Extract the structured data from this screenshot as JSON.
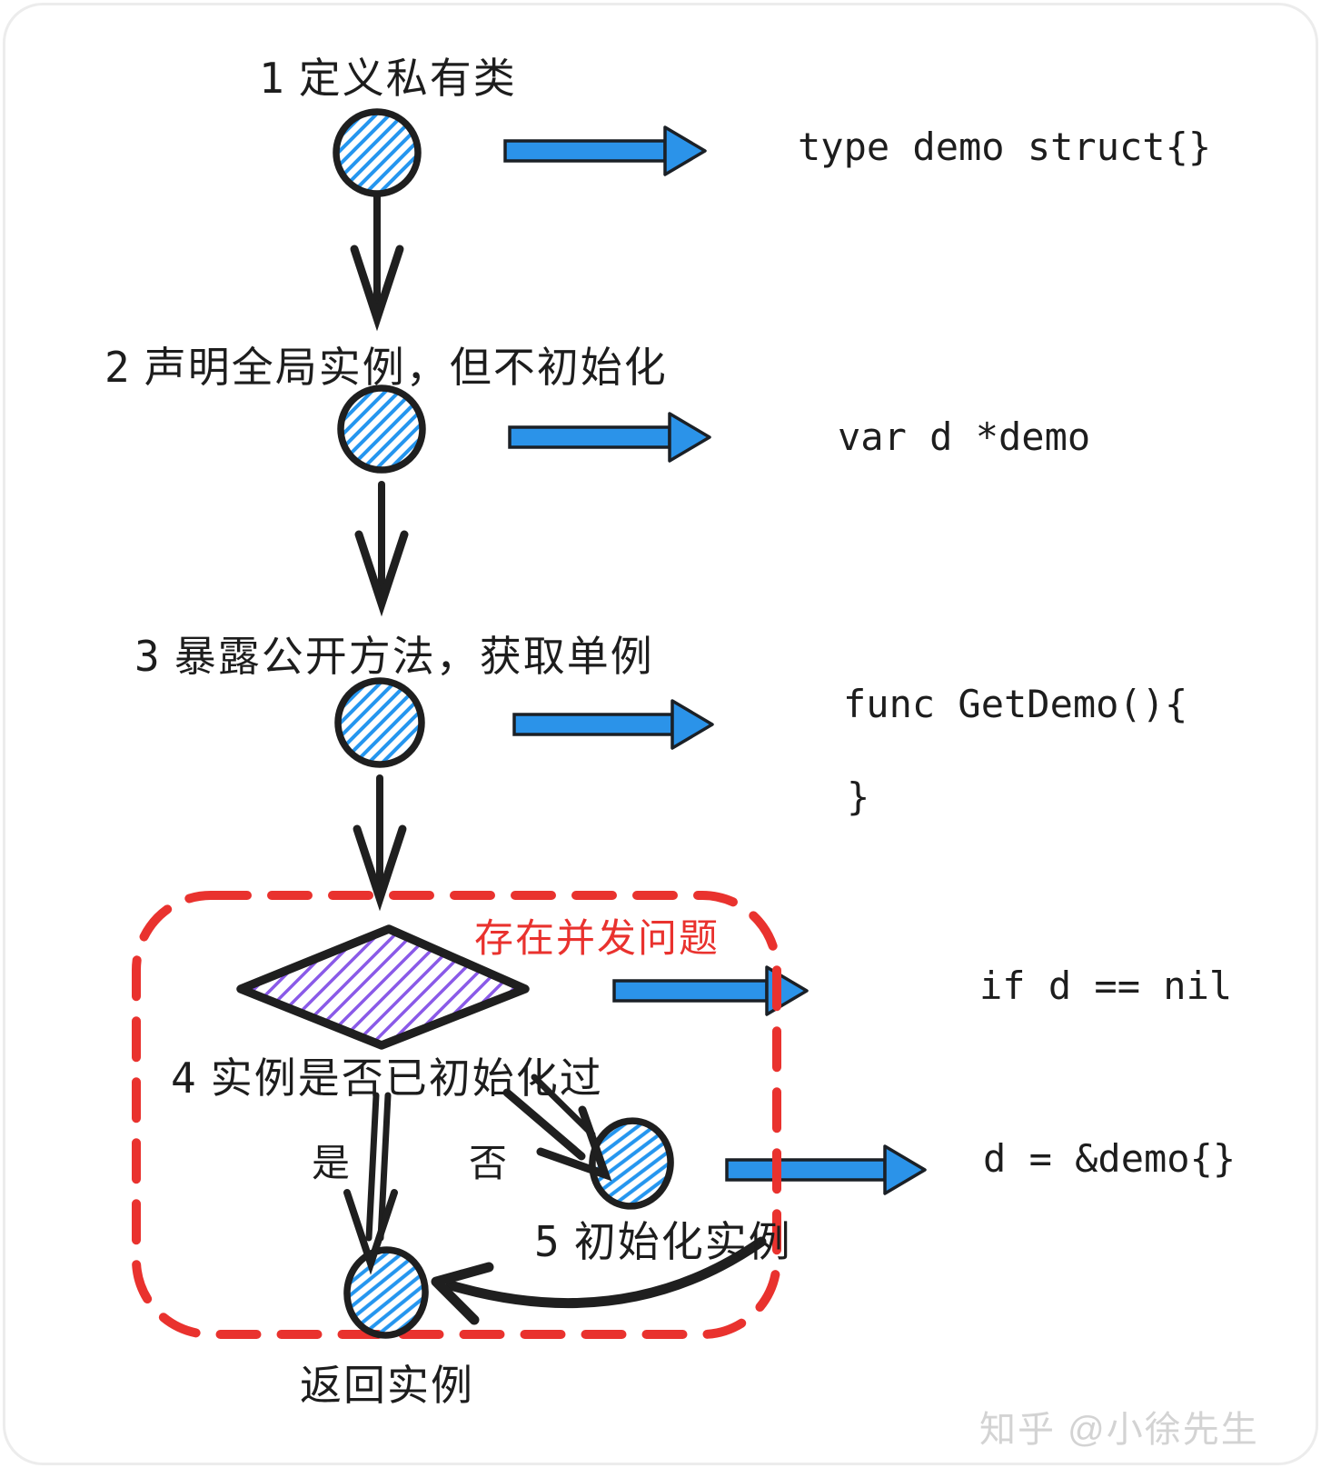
{
  "diagram": {
    "steps": [
      {
        "num": "1",
        "title": "定义私有类",
        "code": "type demo struct{}"
      },
      {
        "num": "2",
        "title": "声明全局实例，但不初始化",
        "code": "var d *demo"
      },
      {
        "num": "3",
        "title": "暴露公开方法，获取单例",
        "code_open": "func GetDemo(){",
        "code_close": "}"
      }
    ],
    "decision": {
      "num": "4",
      "title": "实例是否已初始化过",
      "warning": "存在并发问题",
      "code": "if d == nil",
      "yes_label": "是",
      "no_label": "否"
    },
    "init": {
      "num": "5",
      "title": "初始化实例",
      "code": "d = &demo{}"
    },
    "return": {
      "title": "返回实例"
    }
  },
  "watermark": "知乎 @小徐先生",
  "colors": {
    "node_hatch_blue": "#2596ef",
    "diamond_hatch_purple": "#8a5ae8",
    "arrow_blue": "#2b93e9",
    "outline_ink": "#1f1f1f",
    "alert_red": "#e9322e",
    "watermark_gray": "#d3d3d3"
  }
}
